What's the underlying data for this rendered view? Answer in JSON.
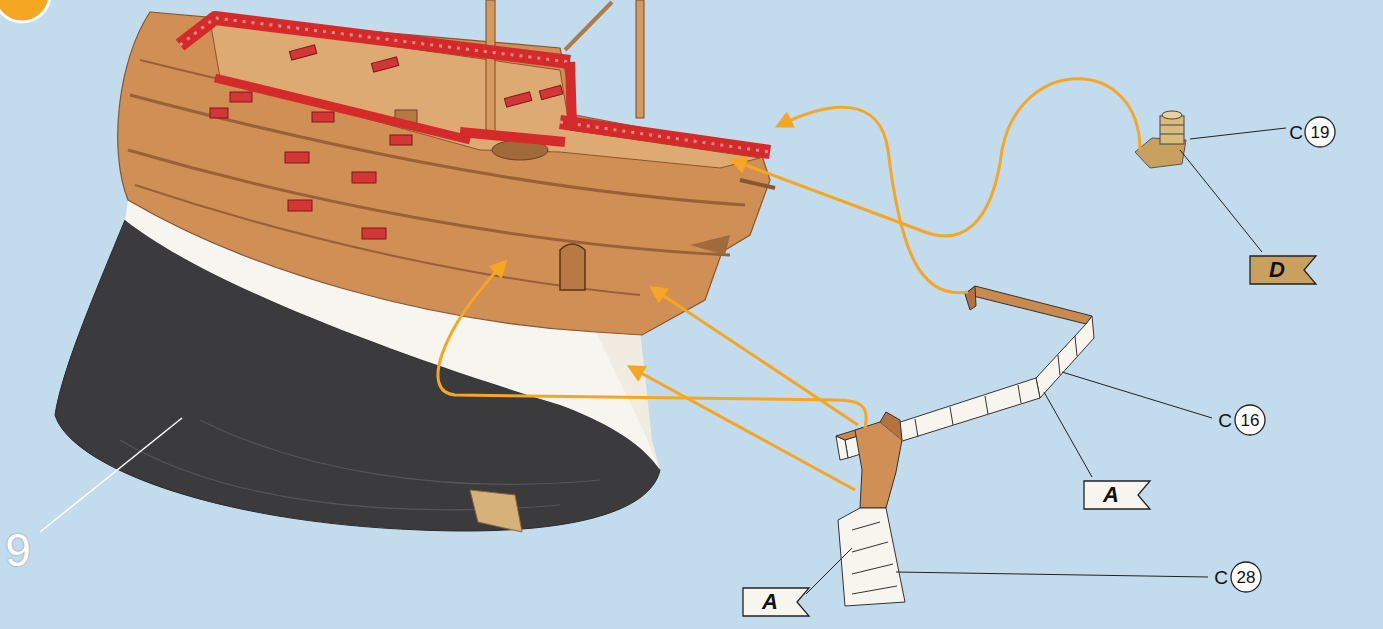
{
  "diagram": {
    "nodes": [
      {
        "text": [
          "19"
        ]
      },
      {
        "text": [
          "D"
        ]
      },
      {
        "text": [
          "16"
        ]
      },
      {
        "text": [
          "A"
        ]
      },
      {
        "text": [
          "28"
        ]
      },
      {
        "text": [
          "A"
        ]
      }
    ],
    "labels": [
      "C",
      "C",
      "9",
      "C"
    ]
  }
}
